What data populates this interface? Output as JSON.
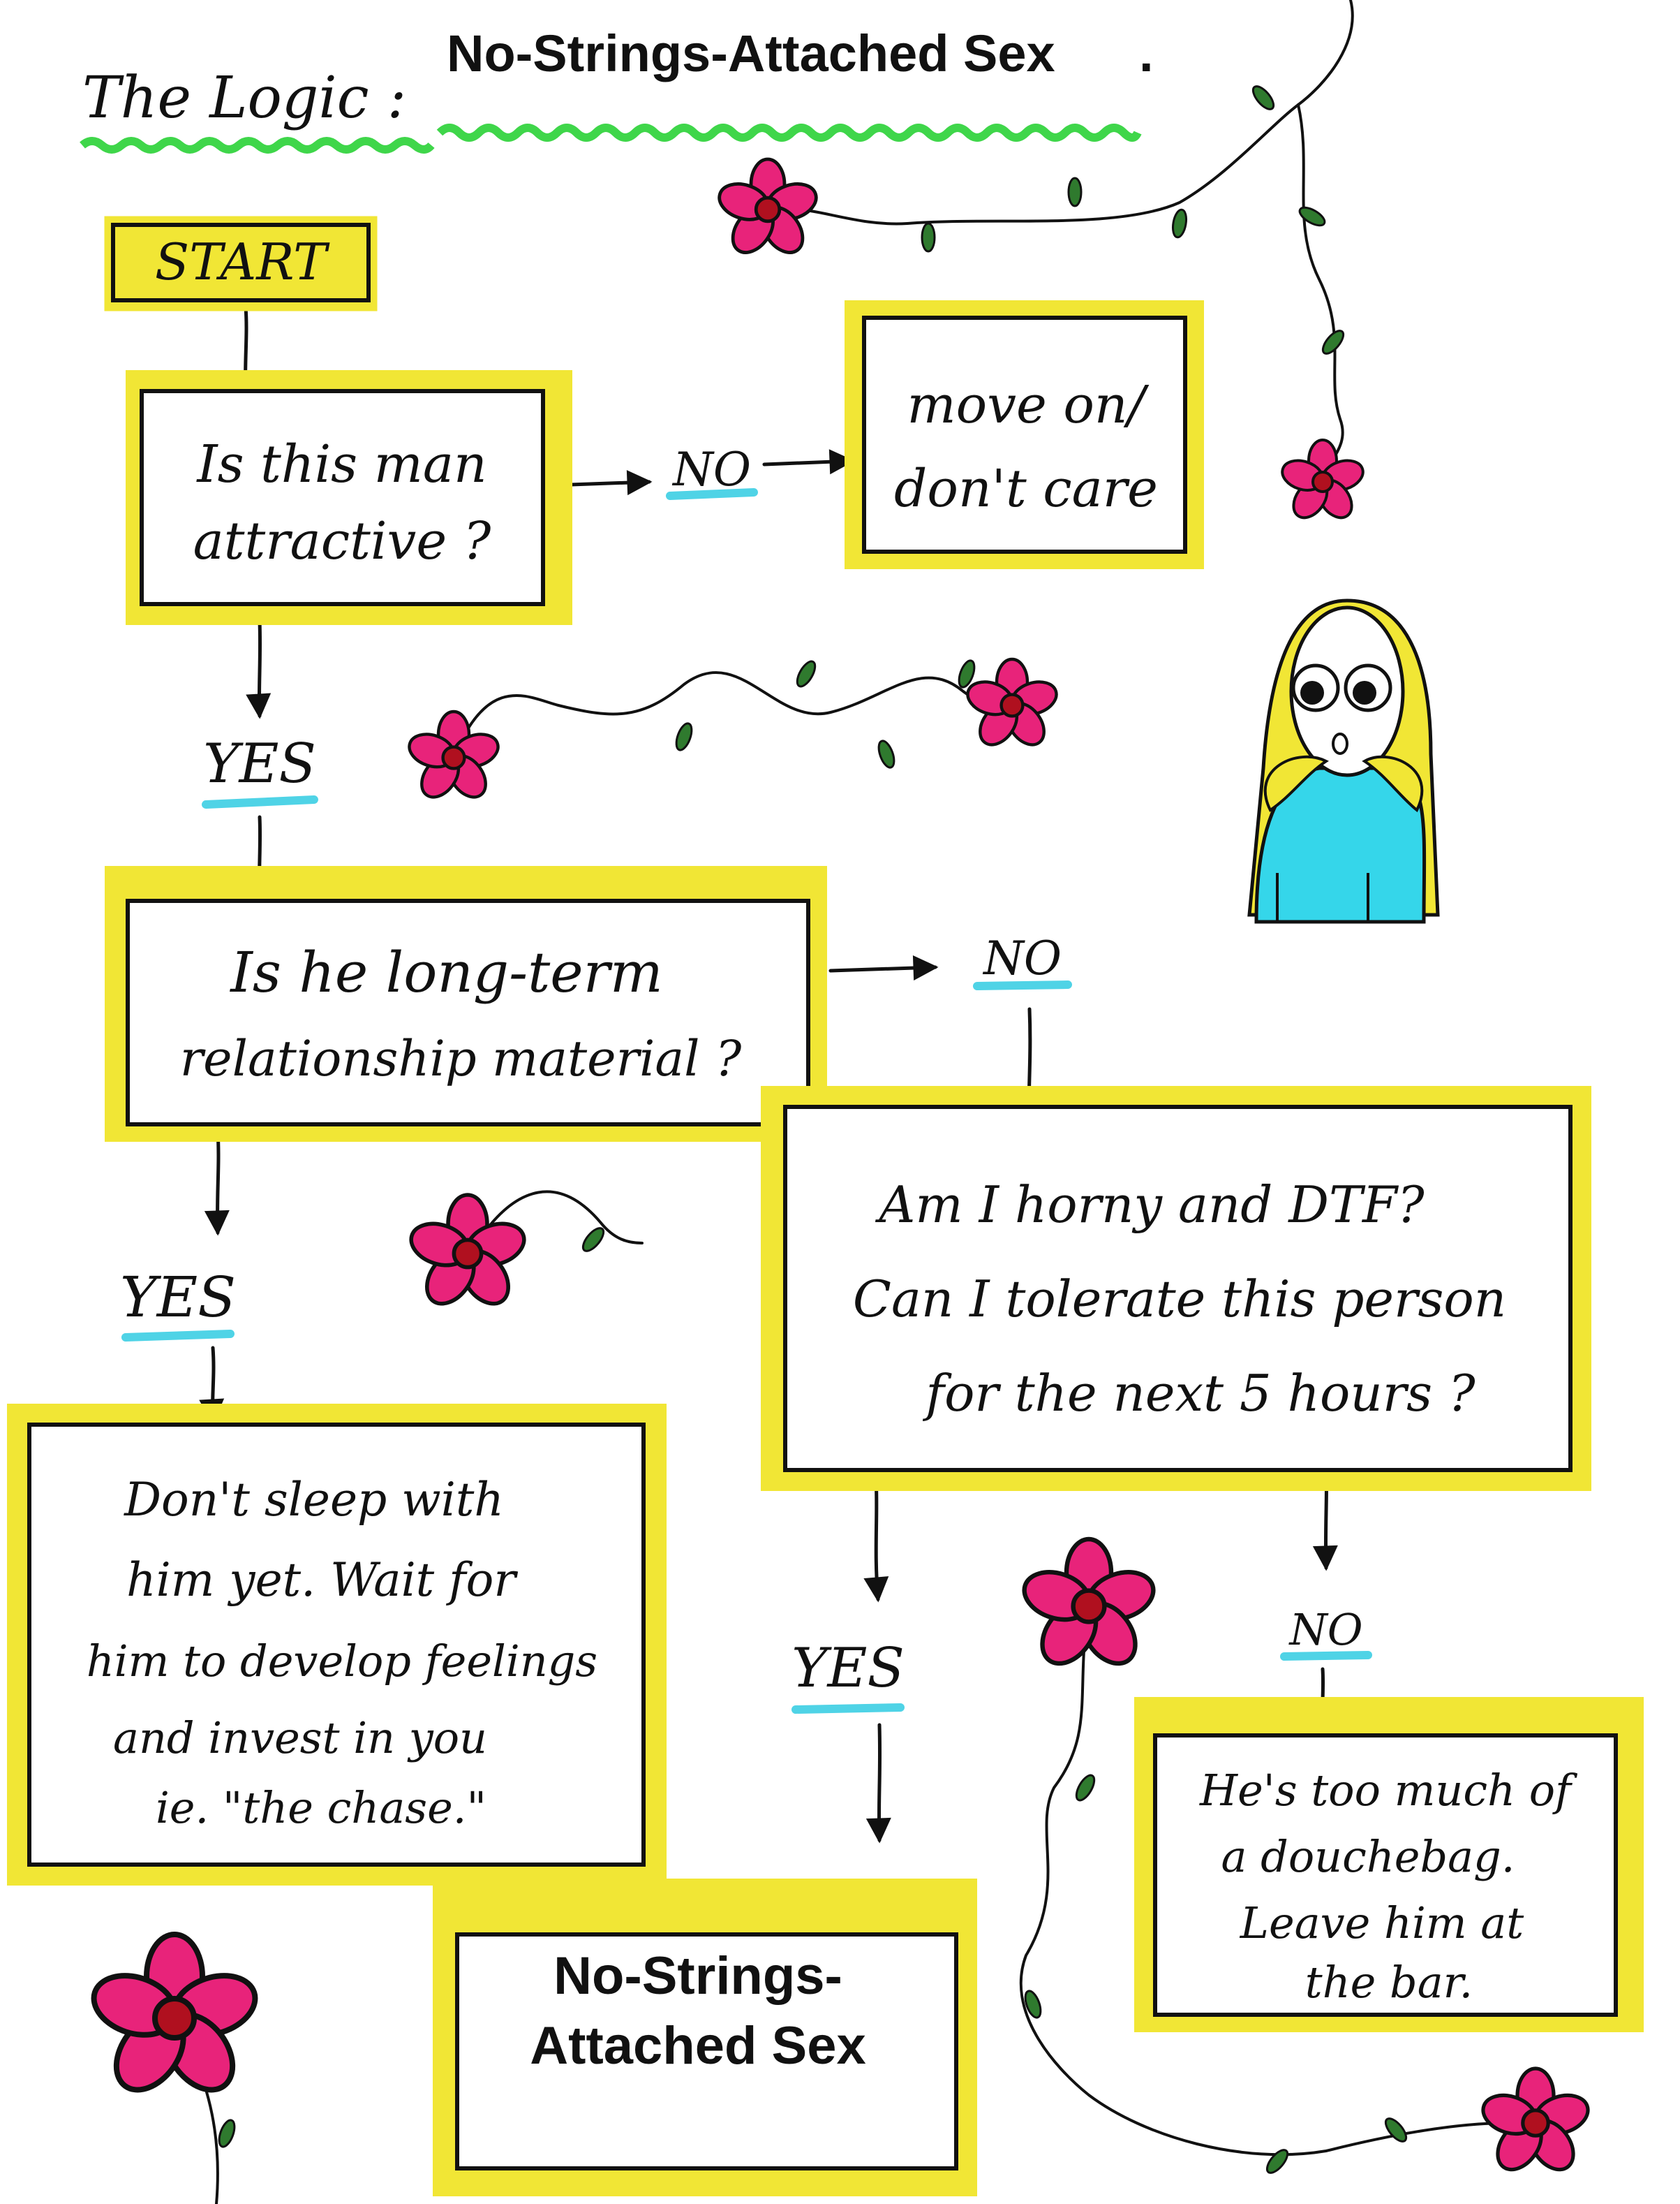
{
  "title": {
    "prefix": "The Logic :",
    "main": "No-Strings-Attached Sex",
    "trailing": "."
  },
  "nodes": {
    "start": "START",
    "q_attractive": [
      "Is this man",
      "attractive ?"
    ],
    "move_on": [
      "move on/",
      "don't care"
    ],
    "q_long_term": [
      "Is he long-term",
      "relationship material ?"
    ],
    "q_horny": [
      "Am I horny and DTF?",
      "Can I tolerate this person",
      "for the next 5 hours ?"
    ],
    "dont_sleep": [
      "Don't sleep with",
      "him yet. Wait for",
      "him to develop feelings",
      "and invest in you",
      "ie. \"the chase.\""
    ],
    "no_strings": [
      "No-Strings-",
      "Attached Sex"
    ],
    "douchebag": [
      "He's too much of",
      "a douchebag.",
      "Leave him at",
      "the bar."
    ]
  },
  "edges": {
    "attractive_no": "NO",
    "attractive_yes": "YES",
    "long_term_no": "NO",
    "long_term_yes": "YES",
    "horny_yes": "YES",
    "horny_no": "NO"
  },
  "colors": {
    "highlight_yellow": "#f1e635",
    "underline_green": "#3fd64a",
    "underline_blue": "#4fd3e6",
    "flower_pink": "#e8237a",
    "leaf_green": "#2f7a2e",
    "shirt_cyan": "#35d6ea"
  }
}
